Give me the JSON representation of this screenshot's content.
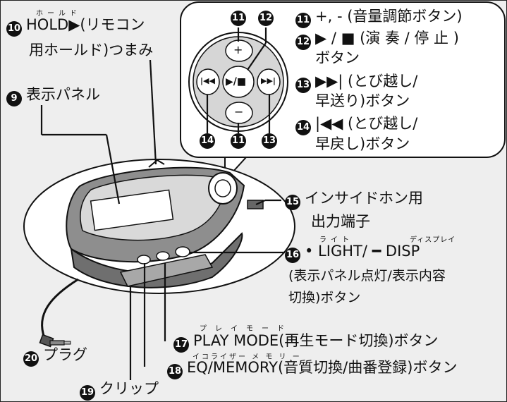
{
  "labels": {
    "l10": {
      "num": "10",
      "line1": "HOLD▶(リモコン",
      "line2": "用ホールド)つまみ",
      "ruby": "ホールド"
    },
    "l9": {
      "num": "9",
      "text": "表示パネル"
    },
    "l11": {
      "num": "11",
      "text": "+, - (音量調節ボタン)"
    },
    "l12": {
      "num": "12",
      "line1": "▶ / ■ (演 奏 / 停 止 )",
      "line2": "ボタン"
    },
    "l13": {
      "num": "13",
      "line1": "▶▶| (とび越し/",
      "line2": "早送り)ボタン"
    },
    "l14": {
      "num": "14",
      "line1": "|◀◀ (とび越し/",
      "line2": "早戻し)ボタン"
    },
    "l15": {
      "num": "15",
      "line1": "インサイドホン用",
      "line2": "出力端子"
    },
    "l16": {
      "num": "16",
      "line1": "• LIGHT/ ━ DISP",
      "line2": "(表示パネル点灯/表示内容",
      "line3": "切換)ボタン",
      "ruby_a": "ライト",
      "ruby_b": "ディスプレイ"
    },
    "l17": {
      "num": "17",
      "text": "PLAY MODE(再生モード切換)ボタン",
      "ruby": "プレイモード"
    },
    "l18": {
      "num": "18",
      "text": "EQ/MEMORY(音質切換/曲番登録)ボタン",
      "ruby": "イコライザー メ モ リ ー"
    },
    "l19": {
      "num": "19",
      "text": "クリップ"
    },
    "l20": {
      "num": "20",
      "text": "プラグ"
    }
  },
  "callouts": {
    "c11": "11",
    "c12": "12",
    "c13": "13",
    "c14": "14"
  },
  "remote_buttons": {
    "plus": "+",
    "minus": "−",
    "play_stop": "▶/■",
    "prev": "|◀◀",
    "next": "▶▶|"
  }
}
